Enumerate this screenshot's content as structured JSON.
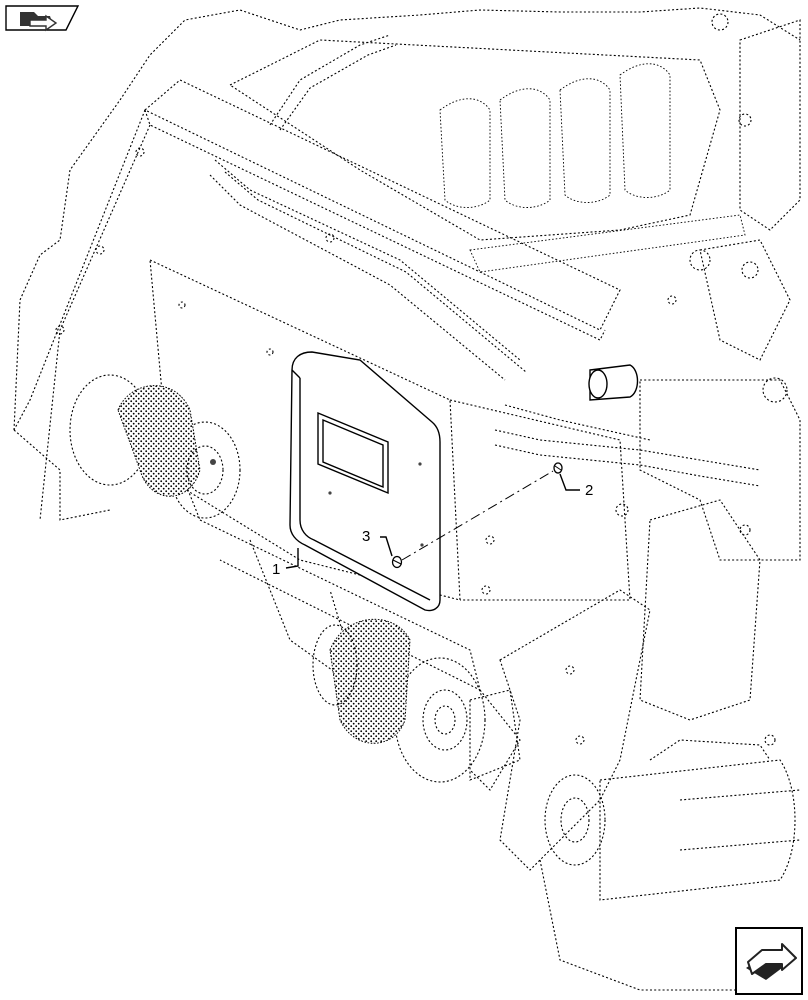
{
  "diagram": {
    "callouts": [
      {
        "id": "callout-1",
        "label": "1"
      },
      {
        "id": "callout-2",
        "label": "2"
      },
      {
        "id": "callout-3",
        "label": "3"
      }
    ]
  },
  "icons": {
    "top_left": "folder-arrow-icon",
    "bottom_right": "next-page-arrow-icon"
  }
}
